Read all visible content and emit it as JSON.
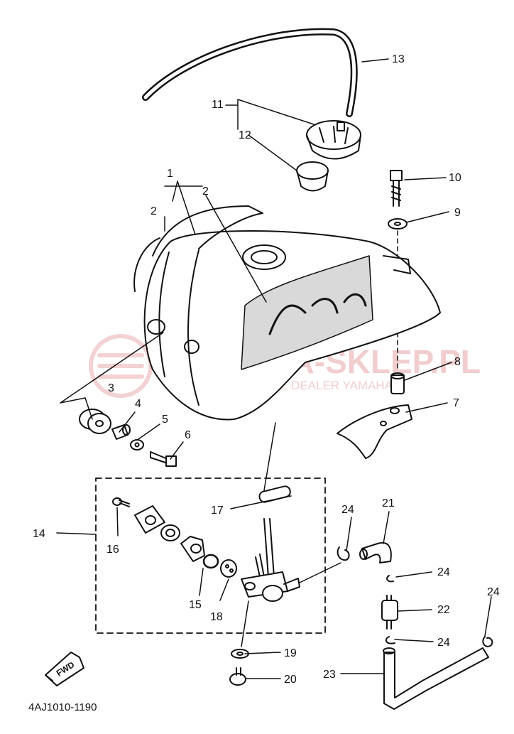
{
  "diagram": {
    "ink_color": "#111111",
    "part_number": "4AJ1010-1190",
    "direction_badge": "FWD",
    "watermark": {
      "brand": "YAMAHA-SKLEP.PL",
      "dealer": "WOJCIECHOWICZ DEALER YAMAHA",
      "color": "#e07070"
    },
    "callouts": {
      "c1": "1",
      "c2a": "2",
      "c2b": "2",
      "c3": "3",
      "c4": "4",
      "c5": "5",
      "c6": "6",
      "c7": "7",
      "c8": "8",
      "c9": "9",
      "c10": "10",
      "c11": "11",
      "c12": "12",
      "c13": "13",
      "c14": "14",
      "c15": "15",
      "c16": "16",
      "c17": "17",
      "c18": "18",
      "c19": "19",
      "c20": "20",
      "c21": "21",
      "c22": "22",
      "c23": "23",
      "c24a": "24",
      "c24b": "24",
      "c24c": "24",
      "c24d": "24"
    }
  }
}
